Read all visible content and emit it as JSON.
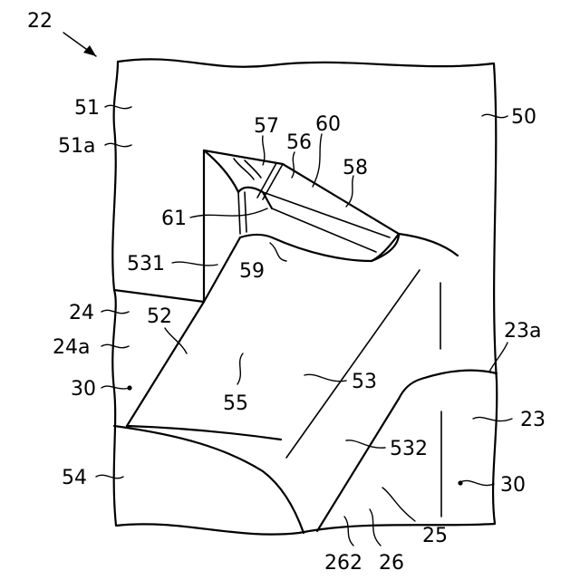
{
  "figure": {
    "ref": "22",
    "labels": {
      "l50": "50",
      "l51": "51",
      "l51a": "51a",
      "l57": "57",
      "l56": "56",
      "l60": "60",
      "l58": "58",
      "l61": "61",
      "l531": "531",
      "l59": "59",
      "l24": "24",
      "l52": "52",
      "l24a": "24a",
      "l30a": "30",
      "l23a": "23a",
      "l55": "55",
      "l53": "53",
      "l23": "23",
      "l532": "532",
      "l54": "54",
      "l30b": "30",
      "l25": "25",
      "l262": "262",
      "l26": "26"
    }
  }
}
